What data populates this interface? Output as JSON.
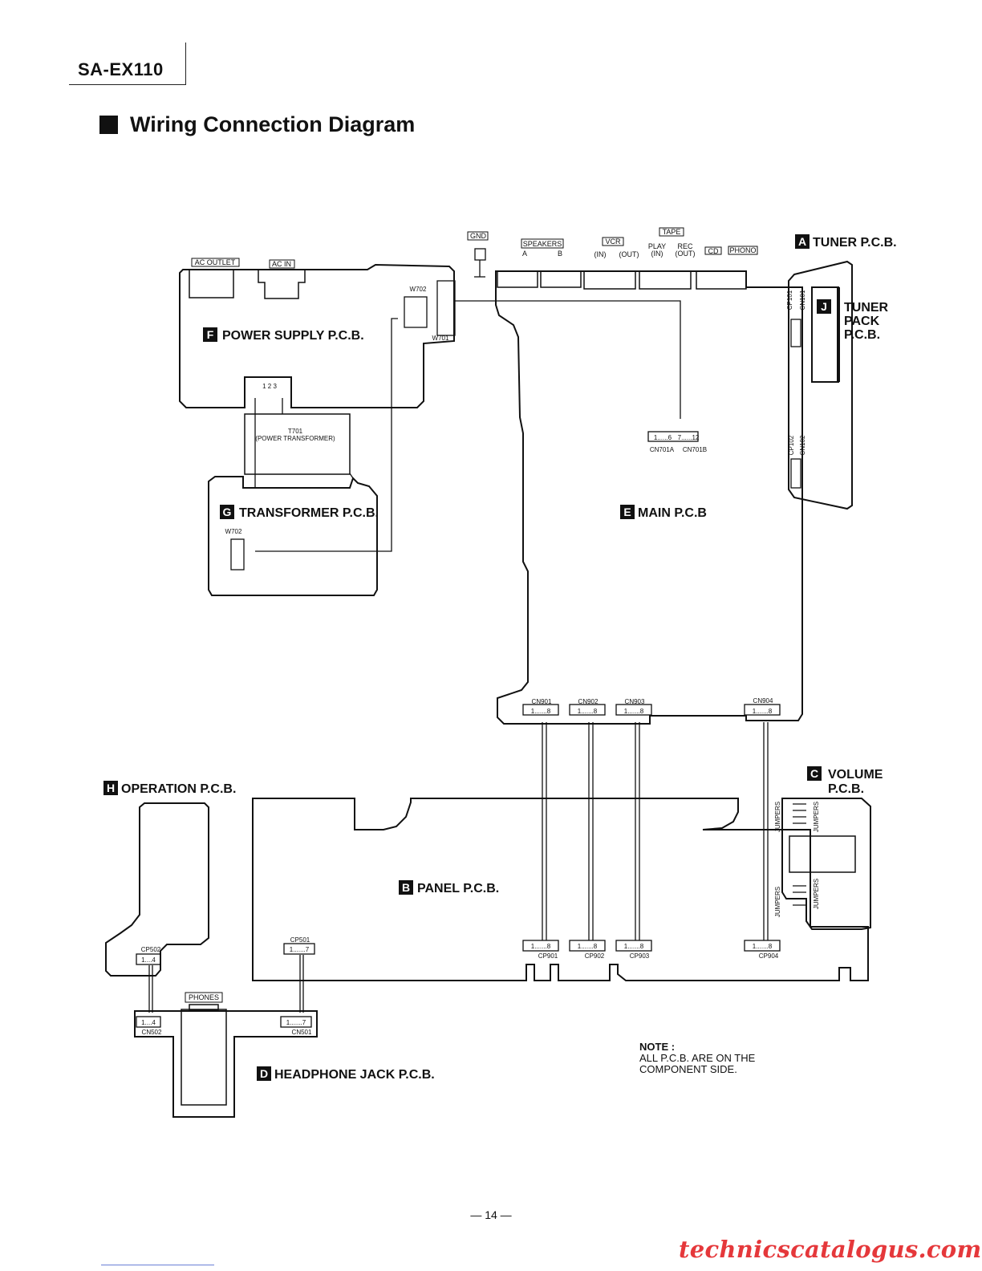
{
  "header": {
    "model": "SA-EX110",
    "title": "Wiring Connection Diagram"
  },
  "boards": {
    "tuner": {
      "letter": "A",
      "name": "TUNER  P.C.B."
    },
    "tuner_pack": {
      "letter": "J",
      "line1": "TUNER",
      "line2": "PACK",
      "line3": "P.C.B."
    },
    "power": {
      "letter": "F",
      "name": "POWER SUPPLY  P.C.B."
    },
    "transformer": {
      "letter": "G",
      "name": "TRANSFORMER  P.C.B."
    },
    "main": {
      "letter": "E",
      "name": "MAIN  P.C.B"
    },
    "operation": {
      "letter": "H",
      "name": "OPERATION  P.C.B."
    },
    "volume": {
      "letter": "C",
      "line1": "VOLUME",
      "line2": "P.C.B."
    },
    "panel": {
      "letter": "B",
      "name": "PANEL  P.C.B."
    },
    "headphone": {
      "letter": "D",
      "name": "HEADPHONE JACK P.C.B."
    }
  },
  "rear_panel": {
    "gnd": "GND",
    "speakers": "SPEAKERS",
    "speakers_a": "A",
    "speakers_b": "B",
    "vcr": "VCR",
    "vcr_in": "(IN)",
    "vcr_out": "(OUT)",
    "tape": "TAPE",
    "tape_play": "PLAY",
    "tape_play_in": "(IN)",
    "tape_rec": "REC",
    "tape_rec_out": "(OUT)",
    "cd": "CD",
    "phono": "PHONO",
    "ac_outlet": "AC OUTLET",
    "ac_in": "AC IN"
  },
  "connectors": {
    "w702_power": "W702",
    "w701": "W701",
    "w702_transformer": "W702",
    "t701_line1": "T701",
    "t701_line2": "(POWER TRANSFORMER)",
    "pins_123": "1    2    3",
    "cn701a": "CN701A",
    "cn701b": "CN701B",
    "cn701_range_a": "1......6",
    "cn701_range_b": "7......12",
    "cp101": "CP101",
    "cn101": "CN101",
    "cp102": "CP102",
    "cn102": "CN102",
    "cn901": "CN901",
    "cn902": "CN902",
    "cn903": "CN903",
    "cn904": "CN904",
    "cp901": "CP901",
    "cp902": "CP902",
    "cp903": "CP903",
    "cp904": "CP904",
    "range_1_8": "1.......8",
    "cp501": "CP501",
    "cn501": "CN501",
    "range_1_7": "1.......7",
    "cp502": "CP502",
    "cn502": "CN502",
    "range_1_4": "1....4",
    "phones": "PHONES",
    "jumpers": "JUMPERS"
  },
  "note": {
    "line1": "NOTE :",
    "line2": "ALL  P.C.B.  ARE ON  THE",
    "line3": "COMPONENT SIDE."
  },
  "footer": {
    "page": "— 14 —",
    "watermark": "technicscatalogus.com"
  }
}
